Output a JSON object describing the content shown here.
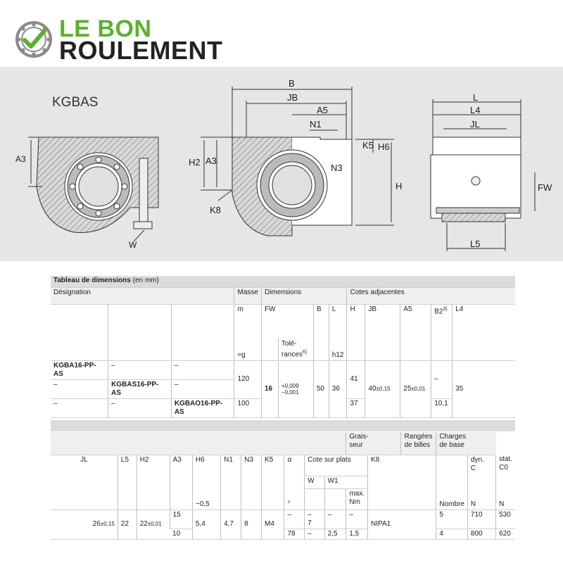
{
  "brand": {
    "line1": "LE BON",
    "line2": "ROULEMENT",
    "green": "#5cb030",
    "dark": "#222222"
  },
  "drawing": {
    "product": "KGBAS",
    "labels": {
      "A3_left": "A3",
      "W": "W",
      "B": "B",
      "JB": "JB",
      "A5": "A5",
      "N1": "N1",
      "K5": "K5",
      "H6": "H6",
      "H2": "H2",
      "A3_mid": "A3",
      "N3": "N3",
      "H": "H",
      "K8": "K8",
      "L": "L",
      "L4": "L4",
      "JL": "JL",
      "FW": "FW",
      "L5": "L5"
    }
  },
  "table1": {
    "title": "Tableau de dimensions",
    "title_unit": " (en mm)",
    "h_designation": "Désignation",
    "h_masse": "Masse",
    "h_dimensions": "Dimensions",
    "h_cotes": "Cotes adjacentes",
    "m": "m",
    "fw": "FW",
    "b": "B",
    "l": "L",
    "h": "H",
    "jb": "JB",
    "a5": "A5",
    "b2": "B2",
    "b2_sup": "3)",
    "l4": "L4",
    "approx_g": "≈g",
    "tol": "Tolé-",
    "tol2": "rances",
    "tol_sup": "6)",
    "h12": "h12",
    "rows": [
      {
        "d1": "KGBA16-PP-AS",
        "d2": "–",
        "d3": "–"
      },
      {
        "d1": "–",
        "d2": "KGBAS16-PP-AS",
        "d3": "–"
      },
      {
        "d1": "–",
        "d2": "–",
        "d3": "KGBAO16-PP-AS"
      }
    ],
    "masse1": "120",
    "masse3": "100",
    "fw_val": "16",
    "tol_up": "+0,009",
    "tol_dn": "−0,001",
    "b_val": "50",
    "l_val": "36",
    "h1": "41",
    "h3": "37",
    "jb_val": "40",
    "jb_tol": "±0,15",
    "a5_val": "25",
    "a5_tol": "±0,01",
    "b2_1": "–",
    "b2_3": "10,1",
    "l4_val": "35"
  },
  "table2": {
    "grais": "Grais-",
    "seur": "seur",
    "rangees": "Rangées",
    "billes": "de billes",
    "charges": "Charges",
    "base": "de base",
    "jl": "JL",
    "l5": "L5",
    "h2": "H2",
    "a3": "A3",
    "h6": "H6",
    "n1": "N1",
    "n3": "N3",
    "k5": "K5",
    "alpha": "α",
    "cote": "Cote sur plats",
    "k8": "K8",
    "dyn": "dyn.",
    "c": "C",
    "stat": "stat.",
    "c0": "C0",
    "w": "W",
    "w1": "W1",
    "max": "max.",
    "nm": "Nm",
    "h6_tol": "−0,5",
    "deg": "°",
    "nombre": "Nombre",
    "n_unit": "N",
    "n_unit2": "N",
    "jl_val": "26",
    "jl_tol": "±0,15",
    "l5_val": "22",
    "h2_val": "22",
    "h2_tol": "±0,01",
    "a3_1": "15",
    "a3_2": "10",
    "h6_val": "5,4",
    "n1_val": "4,7",
    "n3_val": "8",
    "k5_val": "M4",
    "alpha_1": "–",
    "alpha_2": "78",
    "w_1": "–",
    "w_2": "7",
    "w_3": "–",
    "w1_1": "–",
    "w1_2": "2,5",
    "nm_1": "–",
    "nm_2": "1,5",
    "k8_val": "NIPA1",
    "rang_1": "5",
    "rang_2": "4",
    "dyn_1": "710",
    "dyn_2": "800",
    "stat_1": "530",
    "stat_2": "620"
  }
}
